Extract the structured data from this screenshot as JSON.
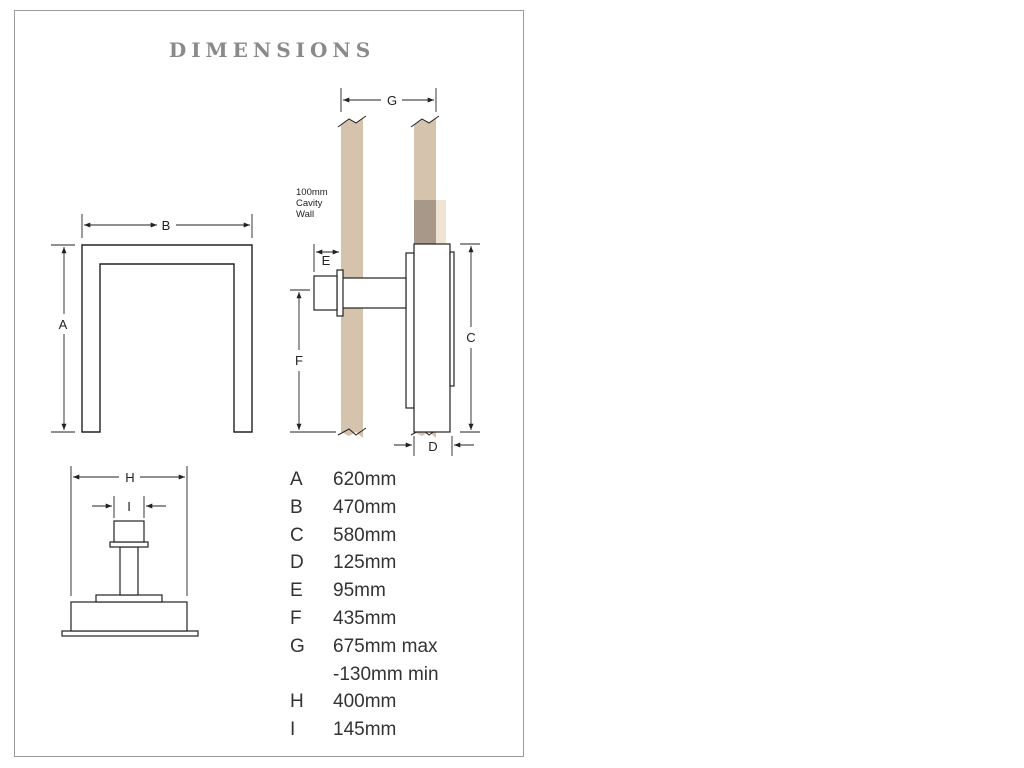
{
  "title": "DIMENSIONS",
  "cavity_label": [
    "100mm",
    "Cavity",
    "Wall"
  ],
  "diagram_labels": {
    "A": "A",
    "B": "B",
    "C": "C",
    "D": "D",
    "E": "E",
    "F": "F",
    "G": "G",
    "H": "H",
    "I": "I"
  },
  "colors": {
    "wall": "#d6c3ae",
    "wall_dark": "#a8988a",
    "line": "#222222",
    "frame": "#9a9a9a",
    "title": "#8a8a8a"
  },
  "dimensions": [
    {
      "letter": "A",
      "value": "620mm"
    },
    {
      "letter": "B",
      "value": "470mm"
    },
    {
      "letter": "C",
      "value": "580mm"
    },
    {
      "letter": "D",
      "value": "125mm"
    },
    {
      "letter": "E",
      "value": "95mm"
    },
    {
      "letter": "F",
      "value": "435mm"
    },
    {
      "letter": "G",
      "value": "675mm max"
    },
    {
      "letter": "",
      "value": "-130mm min"
    },
    {
      "letter": "H",
      "value": "400mm"
    },
    {
      "letter": "I",
      "value": "145mm"
    }
  ]
}
